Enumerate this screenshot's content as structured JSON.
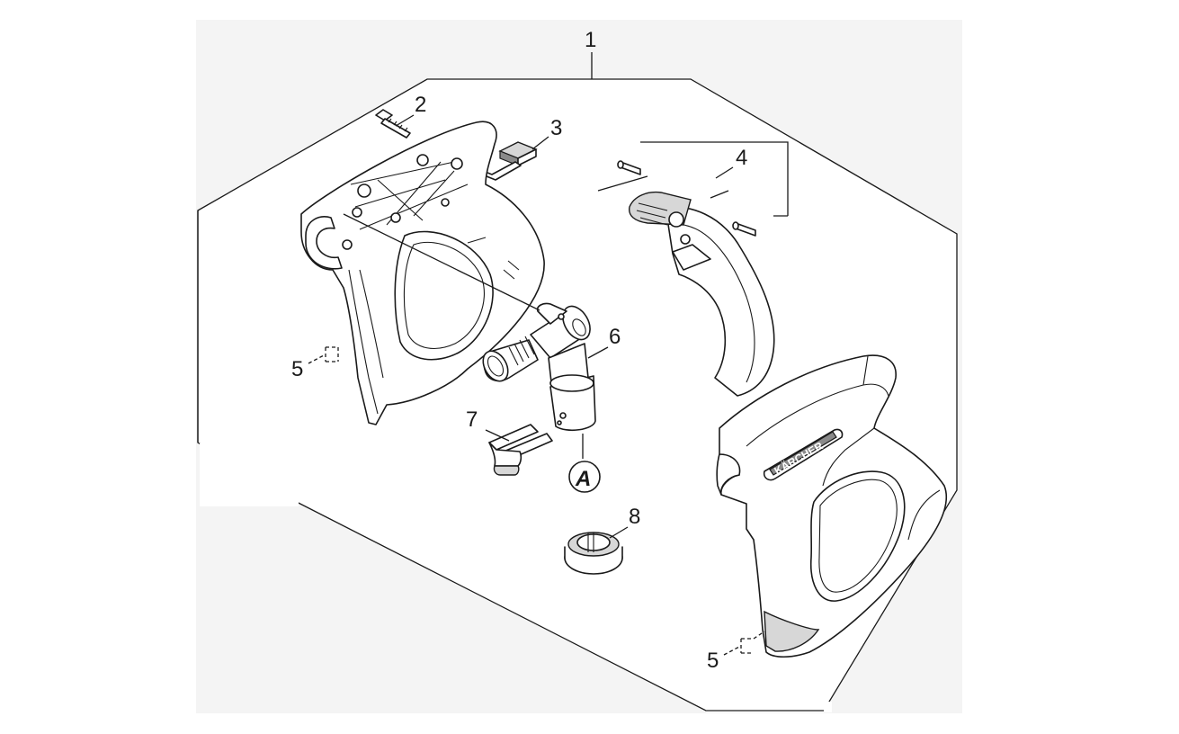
{
  "callouts": {
    "c1": "1",
    "c2": "2",
    "c3": "3",
    "c4": "4",
    "c5_left": "5",
    "c5_right": "5",
    "c6": "6",
    "c7": "7",
    "c8": "8",
    "detail_a": "A"
  },
  "logo_text": "KÄRCHER"
}
